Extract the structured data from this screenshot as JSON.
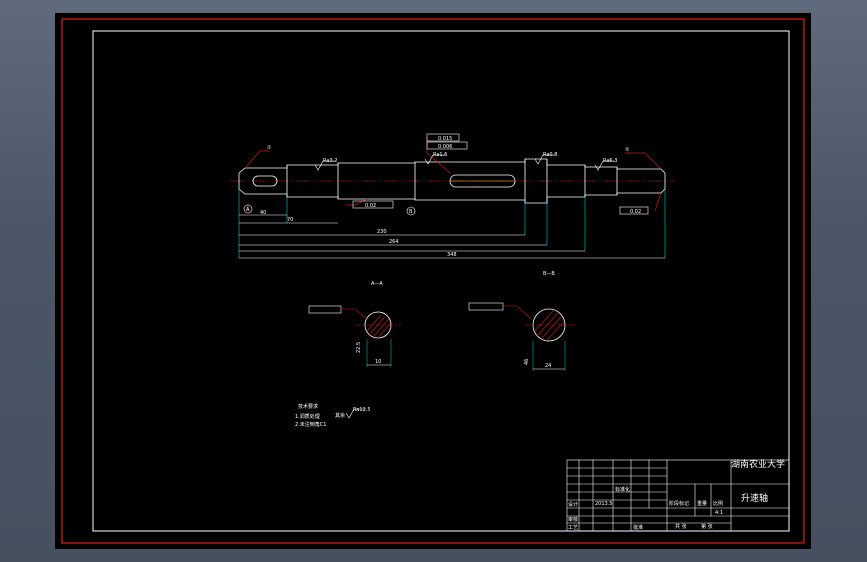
{
  "drawing": {
    "school": "湖南农业大学",
    "title": "升速轴",
    "scale": "4:1",
    "date": "2013.5",
    "title_block": {
      "stage_mark_label": "阶段标记",
      "weight_label": "重量",
      "scale_label": "比例",
      "sheet_total_label": "共 张",
      "sheet_label": "第 张",
      "design_label": "设计",
      "review_label": "审核",
      "process_label": "工艺",
      "standard_label": "标准化",
      "approve_label": "批准"
    },
    "section_labels": [
      "A—A",
      "B—B"
    ],
    "datum_labels": [
      "A",
      "B"
    ],
    "callouts": [
      "①",
      "②"
    ],
    "dimensions": {
      "overall_length": "348",
      "length_2": "264",
      "length_3": "230",
      "length_4": "40",
      "length_5": "70",
      "keyway_width": "10",
      "keyway_width_2": "24",
      "depth_1": "22.5",
      "depth_2": "46"
    },
    "tolerance_frames": [
      "0.015",
      "0.006",
      "0.02",
      "0.02"
    ],
    "roughness": [
      "Ra3.2",
      "Ra1.6",
      "Ra0.8",
      "Ra6.3"
    ],
    "tech_requirements": {
      "title": "技术要求",
      "items": [
        "1.调质处理",
        "2.未注倒角C1"
      ],
      "roughness_note": "其余",
      "roughness_value": "Ra12.5"
    }
  }
}
